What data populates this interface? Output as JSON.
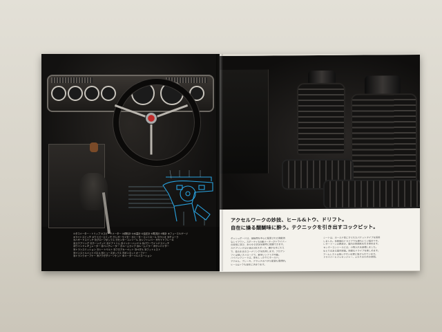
{
  "brochure": {
    "left_page": {
      "caption_lines": [
        "①タコメーター・トリップ ②スピードメーター ③燃料計 ④水温計 ⑤油圧計 ⑥電流計 ⑦時計 ⑧フューエルゲージ",
        "⑨ライトスイッチ ⑩ワイパースイッチ ⑪シガーライター ⑫ヒーターコントロール ⑬ラジオ ⑭チョーク",
        "⑮ハザードスイッチ ⑯グローブボックス ⑰センターコンソール ⑱シフトレバー ⑲サイドブレーキ",
        "⑳ステアリング ㉑ホーンパッド ㉒ドアトリム ㉓インナーハンドル ㉔パワーウインドスイッチ",
        "㉕ウインドレギュレーター ㉖ベンチレーター ㉗ルームランプ ㉘ルームミラー ㉙サンバイザー",
        "㉚トランスミッション ㉛シートベルト ㉜フロアカーペット ㉝ペダル ㉞フットレスト",
        "㉟インストルメントパネル ㊱ヒューズボックス ㊲ボンネットオープナー",
        "㊳トランクオープナー ㊴アクセサリーソケット ㊵メーターイルミネーション"
      ]
    },
    "right_page": {
      "headline_lines": [
        "アクセルワークの妙技、ヒール&トウ、ドリフト。",
        "自在に操る醍醐味に酔う。テクニックを引き出すコックピット。"
      ],
      "body_col1": [
        "ダッシュボードは、運転席を中心に配置された機能的",
        "なレイアウト。スポーティな8連メーターがドライバー",
        "の目前に並び、あらゆる状況を瞬時に把握できます。",
        "ステアリングは小径の3本スポーク。確かな手ごたえ",
        "で、意のままのコーナリングを約束します。フロアシ",
        "フトは短いストロークで、素早いシフトが可能。",
        "ハイバックシートは、体をしっかりとホールド。",
        "アクセル、ブレーキ、クラッチのペダル配置も理想的。",
        "ヒール&トウも自在に決まります。"
      ],
      "body_col2": [
        "シートは、ホールド性にすぐれたバケットタイプを採用",
        "しました。長時間のドライブでも疲れにくい設計です。",
        "レザートーンの表皮が、室内の雰囲気を引き締めます。",
        "センターコンソールには、小物入れを装備しました。",
        "ゆとりのある室内空間。快適なドライブを楽しめます。",
        "アームレストは使いやすい位置に設けられています。",
        "ドライバーとパッセンジャー、ふたりのための空間。"
      ]
    }
  },
  "colors": {
    "left_page_bg": "#0e0d0c",
    "right_page_bg": "#f4f2ec",
    "diagram_line": "#29a3e0",
    "backdrop": "#d8d4c9"
  }
}
